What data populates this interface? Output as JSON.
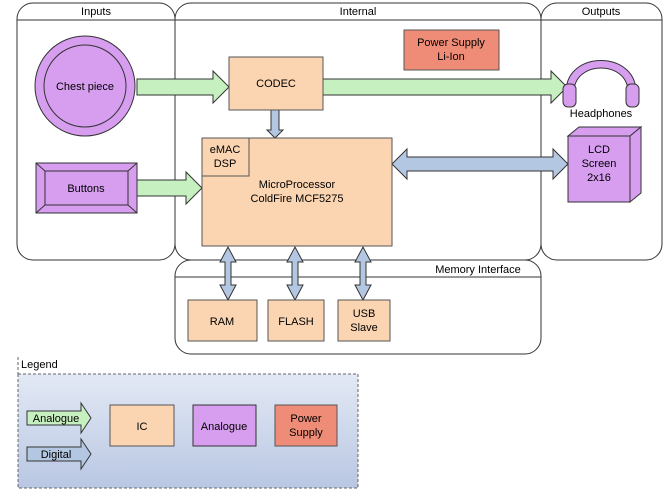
{
  "sections": {
    "inputs": "Inputs",
    "internal": "Internal",
    "outputs": "Outputs",
    "memory": "Memory Interface"
  },
  "blocks": {
    "chest_piece": "Chest piece",
    "buttons": "Buttons",
    "codec": "CODEC",
    "power_supply": [
      "Power Supply",
      "Li-Ion"
    ],
    "emac": [
      "eMAC",
      "DSP"
    ],
    "microprocessor": [
      "MicroProcessor",
      "ColdFire MCF5275"
    ],
    "headphones": "Headphones",
    "lcd": [
      "LCD",
      "Screen",
      "2x16"
    ],
    "ram": "RAM",
    "flash": "FLASH",
    "usb": [
      "USB",
      "Slave"
    ]
  },
  "legend": {
    "title": "Legend",
    "analogue_arrow": "Analogue",
    "digital_arrow": "Digital",
    "ic": "IC",
    "analogue": "Analogue",
    "power_supply": [
      "Power",
      "Supply"
    ]
  },
  "colors": {
    "ic": "#fbd5b2",
    "analogue": "#d79ef0",
    "power_supply": "#ef8c77",
    "analogue_signal": "#c7f0c0",
    "digital_signal": "#b4c7e2"
  }
}
